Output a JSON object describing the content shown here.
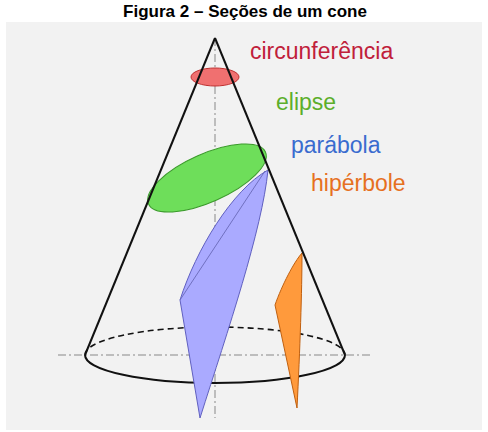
{
  "diagram": {
    "title": "Figura 2 – Seções de um cone",
    "labels": [
      "circunferência",
      "elipse",
      "parábola",
      "hipérbole"
    ]
  }
}
